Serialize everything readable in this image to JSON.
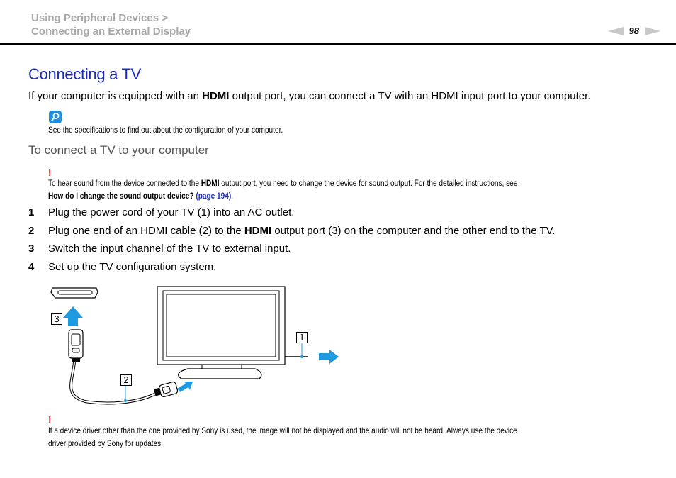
{
  "header": {
    "breadcrumb_line1": "Using Peripheral Devices >",
    "breadcrumb_line2": "Connecting an External Display",
    "page_number": "98",
    "prev_icon": "arrow-left-icon",
    "next_icon": "arrow-right-icon"
  },
  "section": {
    "title": "Connecting a TV",
    "intro_before": "If your computer is equipped with an ",
    "intro_bold": "HDMI",
    "intro_after": " output port, you can connect a TV with an HDMI input port to your computer.",
    "tip_icon": "magnifier-icon",
    "tip_text": "See the specifications to find out about the configuration of your computer."
  },
  "procedure": {
    "title": "To connect a TV to your computer",
    "note": {
      "marker": "!",
      "text_before": "To hear sound from the device connected to the ",
      "text_bold": "HDMI",
      "text_after": " output port, you need to change the device for sound output. For the detailed instructions, see",
      "link_title": "How do I change the sound output device?",
      "link_page": "(page 194)",
      "end": "."
    },
    "steps": [
      {
        "num": "1",
        "text": "Plug the power cord of your TV (1) into an AC outlet."
      },
      {
        "num": "2",
        "before": "Plug one end of an HDMI cable (2) to the ",
        "bold": "HDMI",
        "after": " output port (3) on the computer and the other end to the TV."
      },
      {
        "num": "3",
        "text": "Switch the input channel of the TV to external input."
      },
      {
        "num": "4",
        "text": "Set up the TV configuration system."
      }
    ]
  },
  "diagram": {
    "labels": [
      "1",
      "2",
      "3"
    ],
    "accent_color": "#1e9be0"
  },
  "footer_note": {
    "marker": "!",
    "line1": "If a device driver other than the one provided by Sony is used, the image will not be displayed and the audio will not be heard. Always use the device",
    "line2": "driver provided by Sony for updates."
  }
}
